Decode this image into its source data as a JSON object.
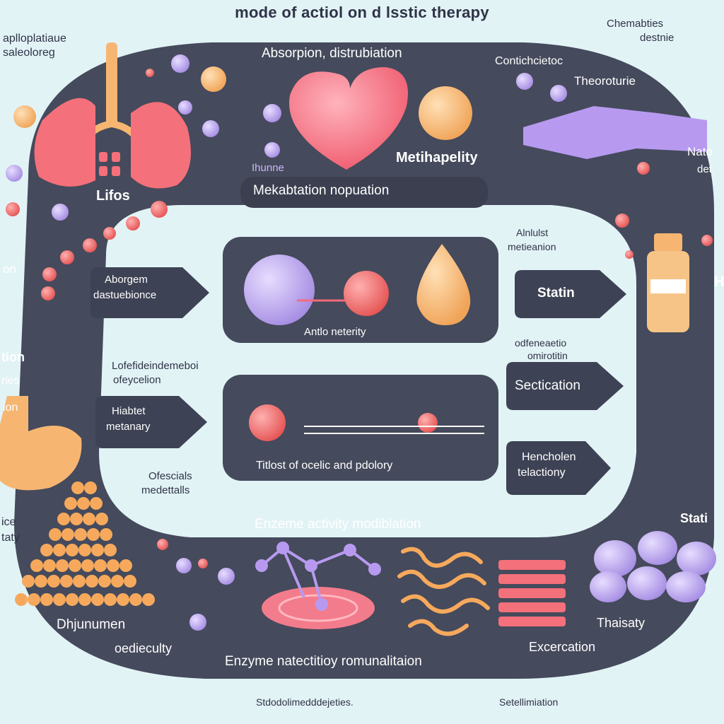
{
  "title": "mode of actiol on d lsstic therapy",
  "corner_labels": {
    "top_left": [
      "aplloplatiaue",
      "saleoloreg"
    ],
    "top_right": [
      "Chemabties",
      "destnie"
    ],
    "bottom_left": "Stdodolimedddejeties.",
    "bottom_right": "Setellimiation"
  },
  "top_ring": {
    "absorption": "Absorpion,  distrubiation",
    "contich": "Contichcietoc",
    "theoroturie": "Theoroturie",
    "lifos": "Lifos",
    "ihunne": "Ihunne",
    "metihapelity": "Metihapelity",
    "mekabtation": "Mekabtation nopuation"
  },
  "left_edge": {
    "on": "on",
    "tion": "tion",
    "ries": "ries",
    "ion": "ion",
    "ice": "ice",
    "taty": "taty"
  },
  "right_edge": {
    "nato": "Nato",
    "det": "det",
    "h": "H",
    "stati": "Stati"
  },
  "arrows": {
    "left1": [
      "Aborgem",
      "dastuebionce"
    ],
    "left2": [
      "Hiabtet",
      "metanary"
    ],
    "right1": "Statin",
    "right2": "Sectication",
    "right3": [
      "Hencholen",
      "telactiony"
    ]
  },
  "inner_labels": {
    "alnlut": [
      "Alnlulst",
      "metieanion"
    ],
    "odfen": [
      "odfeneaetio",
      "omirotitin"
    ],
    "lofefide": [
      "Lofefideindemeboi",
      "ofeycelion"
    ],
    "ofescials": [
      "Ofescials",
      "medettalls"
    ],
    "box1": "Antlo neterity",
    "box2": "Titlost  of ocelic and pdolory"
  },
  "bottom_ring": {
    "enzeme": "Enzeme activity modiblation",
    "dhjunumen": "Dhjunumen",
    "oedieculty": "oedieculty",
    "enzyme": "Enzyme natectitioy romunalitaion",
    "excercation": "Excercation",
    "thaisaty": "Thaisaty"
  },
  "colors": {
    "ring": "#454a5c",
    "background": "#e2f3f6",
    "heart": "#f46b7b",
    "lung": "#f4707a",
    "purple": "#b8a5ea",
    "orange": "#f6b672"
  },
  "icons": [
    "lungs-icon",
    "heart-icon",
    "tissue-sphere-icon",
    "cell-membrane-icon",
    "bottle-icon",
    "stomach-icon",
    "fat-cells-icon",
    "enzyme-molecule-icon",
    "blood-vessel-icon",
    "kidney-cells-icon"
  ]
}
